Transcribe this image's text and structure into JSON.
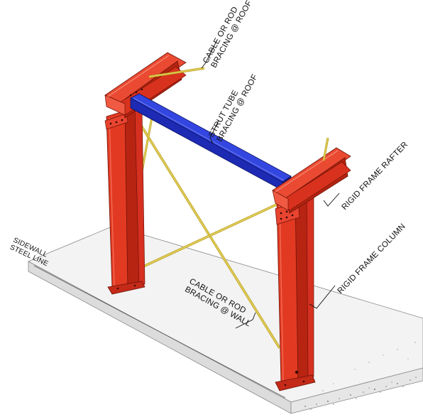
{
  "labels": {
    "cable_roof": [
      "CABLE OR ROD",
      "BRACING @ ROOF"
    ],
    "strut_tube": [
      "STRUT TUBE",
      "BRACING @ ROOF"
    ],
    "rafter": "RIGID FRAME RAFTER",
    "column": "RIGID FRAME COLUMN",
    "cable_wall": [
      "CABLE OR ROD",
      "BRACING @ WALL"
    ],
    "sidewall": [
      "SIDEWALL",
      "STEEL LINE"
    ]
  },
  "colors": {
    "frame": "#e0301e",
    "frame_dark": "#a81c10",
    "frame_light": "#f05a44",
    "strut": "#2030c8",
    "strut_dark": "#101a80",
    "cable": "#d8c040",
    "slab": "#f2f2f2",
    "slab_edge": "#d6d6d6"
  },
  "icons": {
    "cable_roof": "cable-bracing-icon",
    "strut": "strut-tube-icon",
    "frame": "rigid-frame-icon"
  }
}
